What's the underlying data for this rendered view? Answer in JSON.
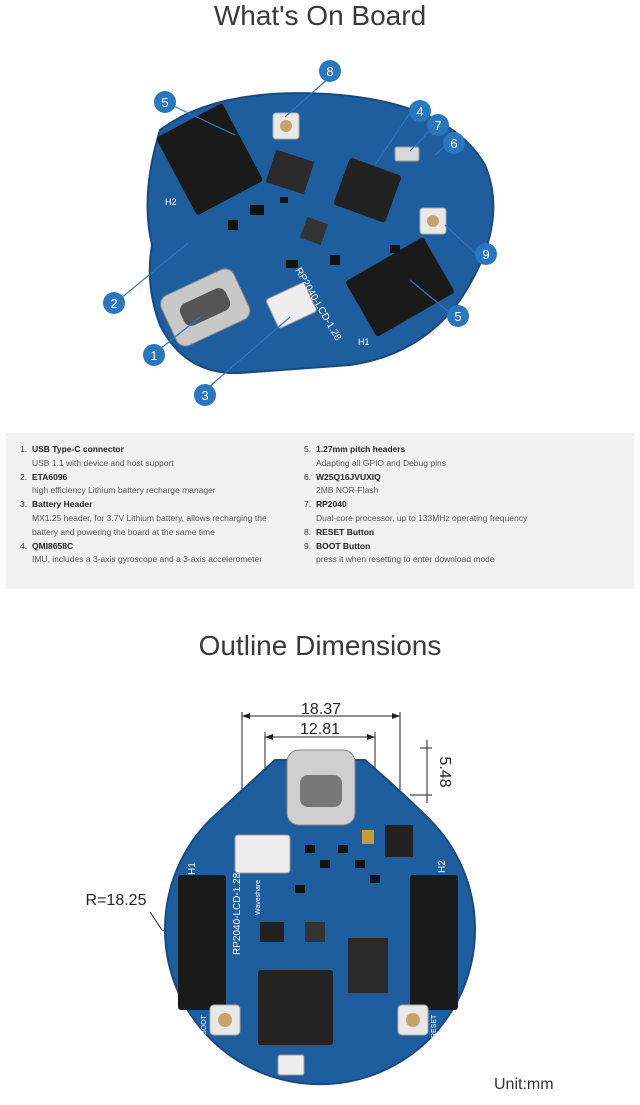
{
  "title": "What's On Board",
  "subtitle": "Outline Dimensions",
  "callouts": [
    "1",
    "2",
    "3",
    "4",
    "5",
    "5",
    "6",
    "7",
    "8",
    "9"
  ],
  "board_top_labels": {
    "model": "RP2040-LCD-1.28",
    "h1": "H1",
    "h2": "H2"
  },
  "features": [
    {
      "num": "1.",
      "title": "USB Type-C connector",
      "desc": "USB 1.1 with device and host support"
    },
    {
      "num": "2.",
      "title": "ETA6096",
      "desc": "high efficiency Lithium battery recharge manager"
    },
    {
      "num": "3.",
      "title": "Battery Header",
      "desc": "MX1.25 header, for 3.7V Lithium battery, allows recharging the battery and powering the board at the same time"
    },
    {
      "num": "4.",
      "title": "QMI8658C",
      "desc": "IMU, includes a 3-axis gyroscope and a 3-axis accelerometer"
    },
    {
      "num": "5.",
      "title": "1.27mm pitch headers",
      "desc": "Adapting all GPIO and Debug pins"
    },
    {
      "num": "6.",
      "title": "W25Q16JVUXIQ",
      "desc": "2MB NOR-Flash"
    },
    {
      "num": "7.",
      "title": "RP2040",
      "desc": "Dual-core processor, up to 133MHz operating frequency"
    },
    {
      "num": "8.",
      "title": "RESET Button",
      "desc": ""
    },
    {
      "num": "9.",
      "title": "BOOT Button",
      "desc": "press it when resetting to enter download mode"
    }
  ],
  "dimensions": {
    "width_outer": "18.37",
    "width_inner": "12.81",
    "height": "5.48",
    "radius": "R=18.25"
  },
  "outline_labels": {
    "model": "RP2040-LCD-1.28",
    "h1": "H1",
    "h2": "H2",
    "boot": "BOOT",
    "reset": "RESET",
    "brand": "Waveshare"
  },
  "unit": "Unit:mm",
  "colors": {
    "pcb": "#1f5e9e",
    "pcb_dark": "#174a80",
    "callout": "#2b77bf",
    "header": "#1a1a1a",
    "metal": "#c8c8c8"
  }
}
